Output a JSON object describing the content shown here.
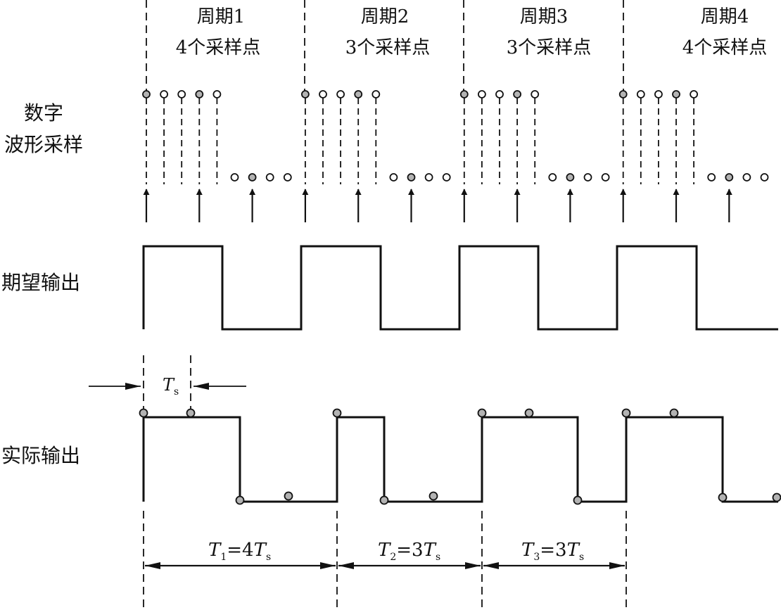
{
  "periods": [
    {
      "title": "周期1",
      "samples": "4个采样点"
    },
    {
      "title": "周期2",
      "samples": "3个采样点"
    },
    {
      "title": "周期3",
      "samples": "3个采样点"
    },
    {
      "title": "周期4",
      "samples": "4个采样点"
    }
  ],
  "row_labels": {
    "digital_line1": "数字",
    "digital_line2": "波形采样",
    "expected": "期望输出",
    "actual": "实际输出"
  },
  "ts_label": {
    "symbol": "T",
    "sub": "s"
  },
  "interval_labels": [
    {
      "symbol": "T",
      "index": "1",
      "eq": "=4",
      "ts_symbol": "T",
      "ts_sub": "s"
    },
    {
      "symbol": "T",
      "index": "2",
      "eq": "=3",
      "ts_symbol": "T",
      "ts_sub": "s"
    },
    {
      "symbol": "T",
      "index": "3",
      "eq": "=3",
      "ts_symbol": "T",
      "ts_sub": "s"
    }
  ],
  "digital_waveform": {
    "period_samples": 9,
    "high_samples": 5,
    "period_count": 4
  },
  "sampling_instants_per_period": [
    4,
    3,
    3,
    4
  ],
  "colors": {
    "line": "#111111",
    "filled_dot": "#b3b3b3",
    "open_dot": "#ffffff"
  }
}
